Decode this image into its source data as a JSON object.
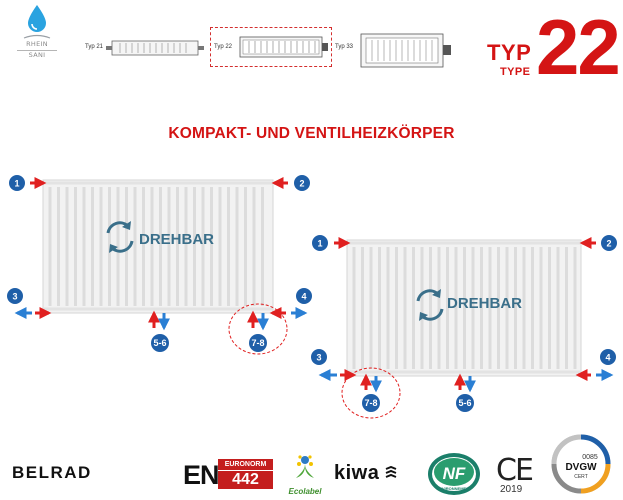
{
  "logo": {
    "line1": "RHEIN",
    "line2": "SANI"
  },
  "types": [
    {
      "label": "Typ 21"
    },
    {
      "label": "Typ 22"
    },
    {
      "label": "Typ 33"
    }
  ],
  "type_badge": {
    "typ": "TYP",
    "type": "TYPE",
    "number": "22"
  },
  "title": "KOMPAKT- UND VENTILHEIZKÖRPER",
  "radiator_label": "DREHBAR",
  "connections": {
    "left": {
      "c1": "1",
      "c2": "2",
      "c3": "3",
      "c4": "4",
      "c56": "5-6",
      "c78": "7-8"
    },
    "right": {
      "c1": "1",
      "c2": "2",
      "c3": "3",
      "c4": "4",
      "c56": "5-6",
      "c78": "7-8"
    }
  },
  "footer": {
    "belrad": "BELRAD",
    "en": "EN",
    "euronorm": "EURONORM",
    "en_number": "442",
    "ecolabel": "Ecolabel",
    "kiwa": "kiwa",
    "nf_main": "NF",
    "nf_sub": "ENVIRONNEMENT",
    "ce": "CE",
    "ce_year": "2019",
    "dvgw_code": "0085",
    "dvgw": "DVGW",
    "dvgw_cert": "CERT"
  },
  "colors": {
    "red": "#d41414",
    "blue_badge": "#1f5fa8",
    "arrow_red": "#e02020",
    "arrow_blue": "#2a7fd4",
    "drehbar": "#3a6f8a"
  }
}
